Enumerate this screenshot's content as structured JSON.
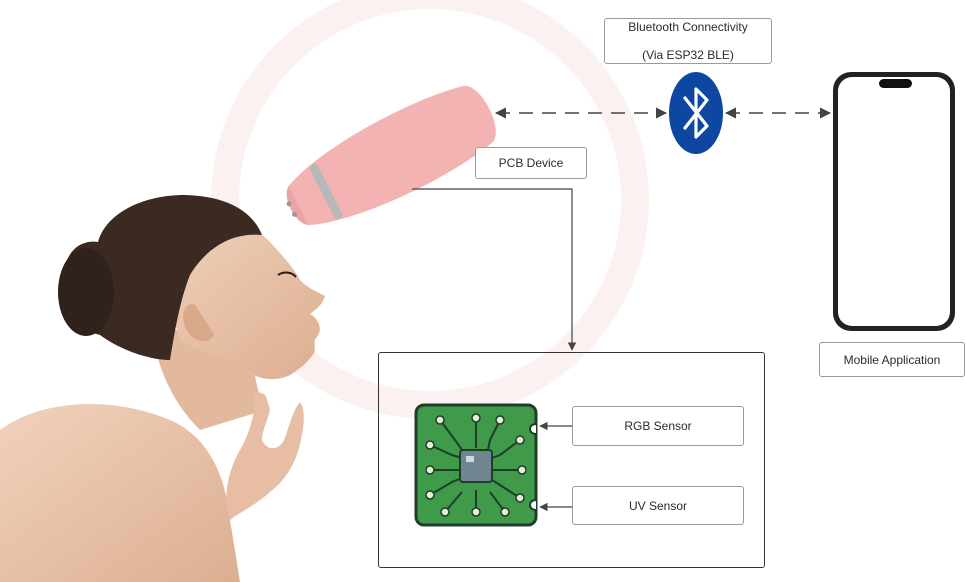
{
  "labels": {
    "bluetooth_line1": "Bluetooth Connectivity",
    "bluetooth_line2": "(Via ESP32 BLE)",
    "pcb_device": "PCB Device",
    "mobile_app": "Mobile Application",
    "rgb_sensor": "RGB Sensor",
    "uv_sensor": "UV Sensor"
  },
  "icons": {
    "bluetooth": "bluetooth-icon",
    "phone": "smartphone-icon",
    "device": "handheld-scanner-icon",
    "chip": "circuit-board-icon",
    "person": "woman-profile-illustration"
  },
  "colors": {
    "bluetooth_blue": "#0d47a1",
    "device_pink": "#f3b3b3",
    "device_band": "#b8b8b8",
    "board_green": "#3f9a4a",
    "board_outline": "#1f3d2a",
    "chip_gray": "#6f8590",
    "arrow": "#444444",
    "skin": "#e9c3a8",
    "hair": "#3b2a22"
  }
}
